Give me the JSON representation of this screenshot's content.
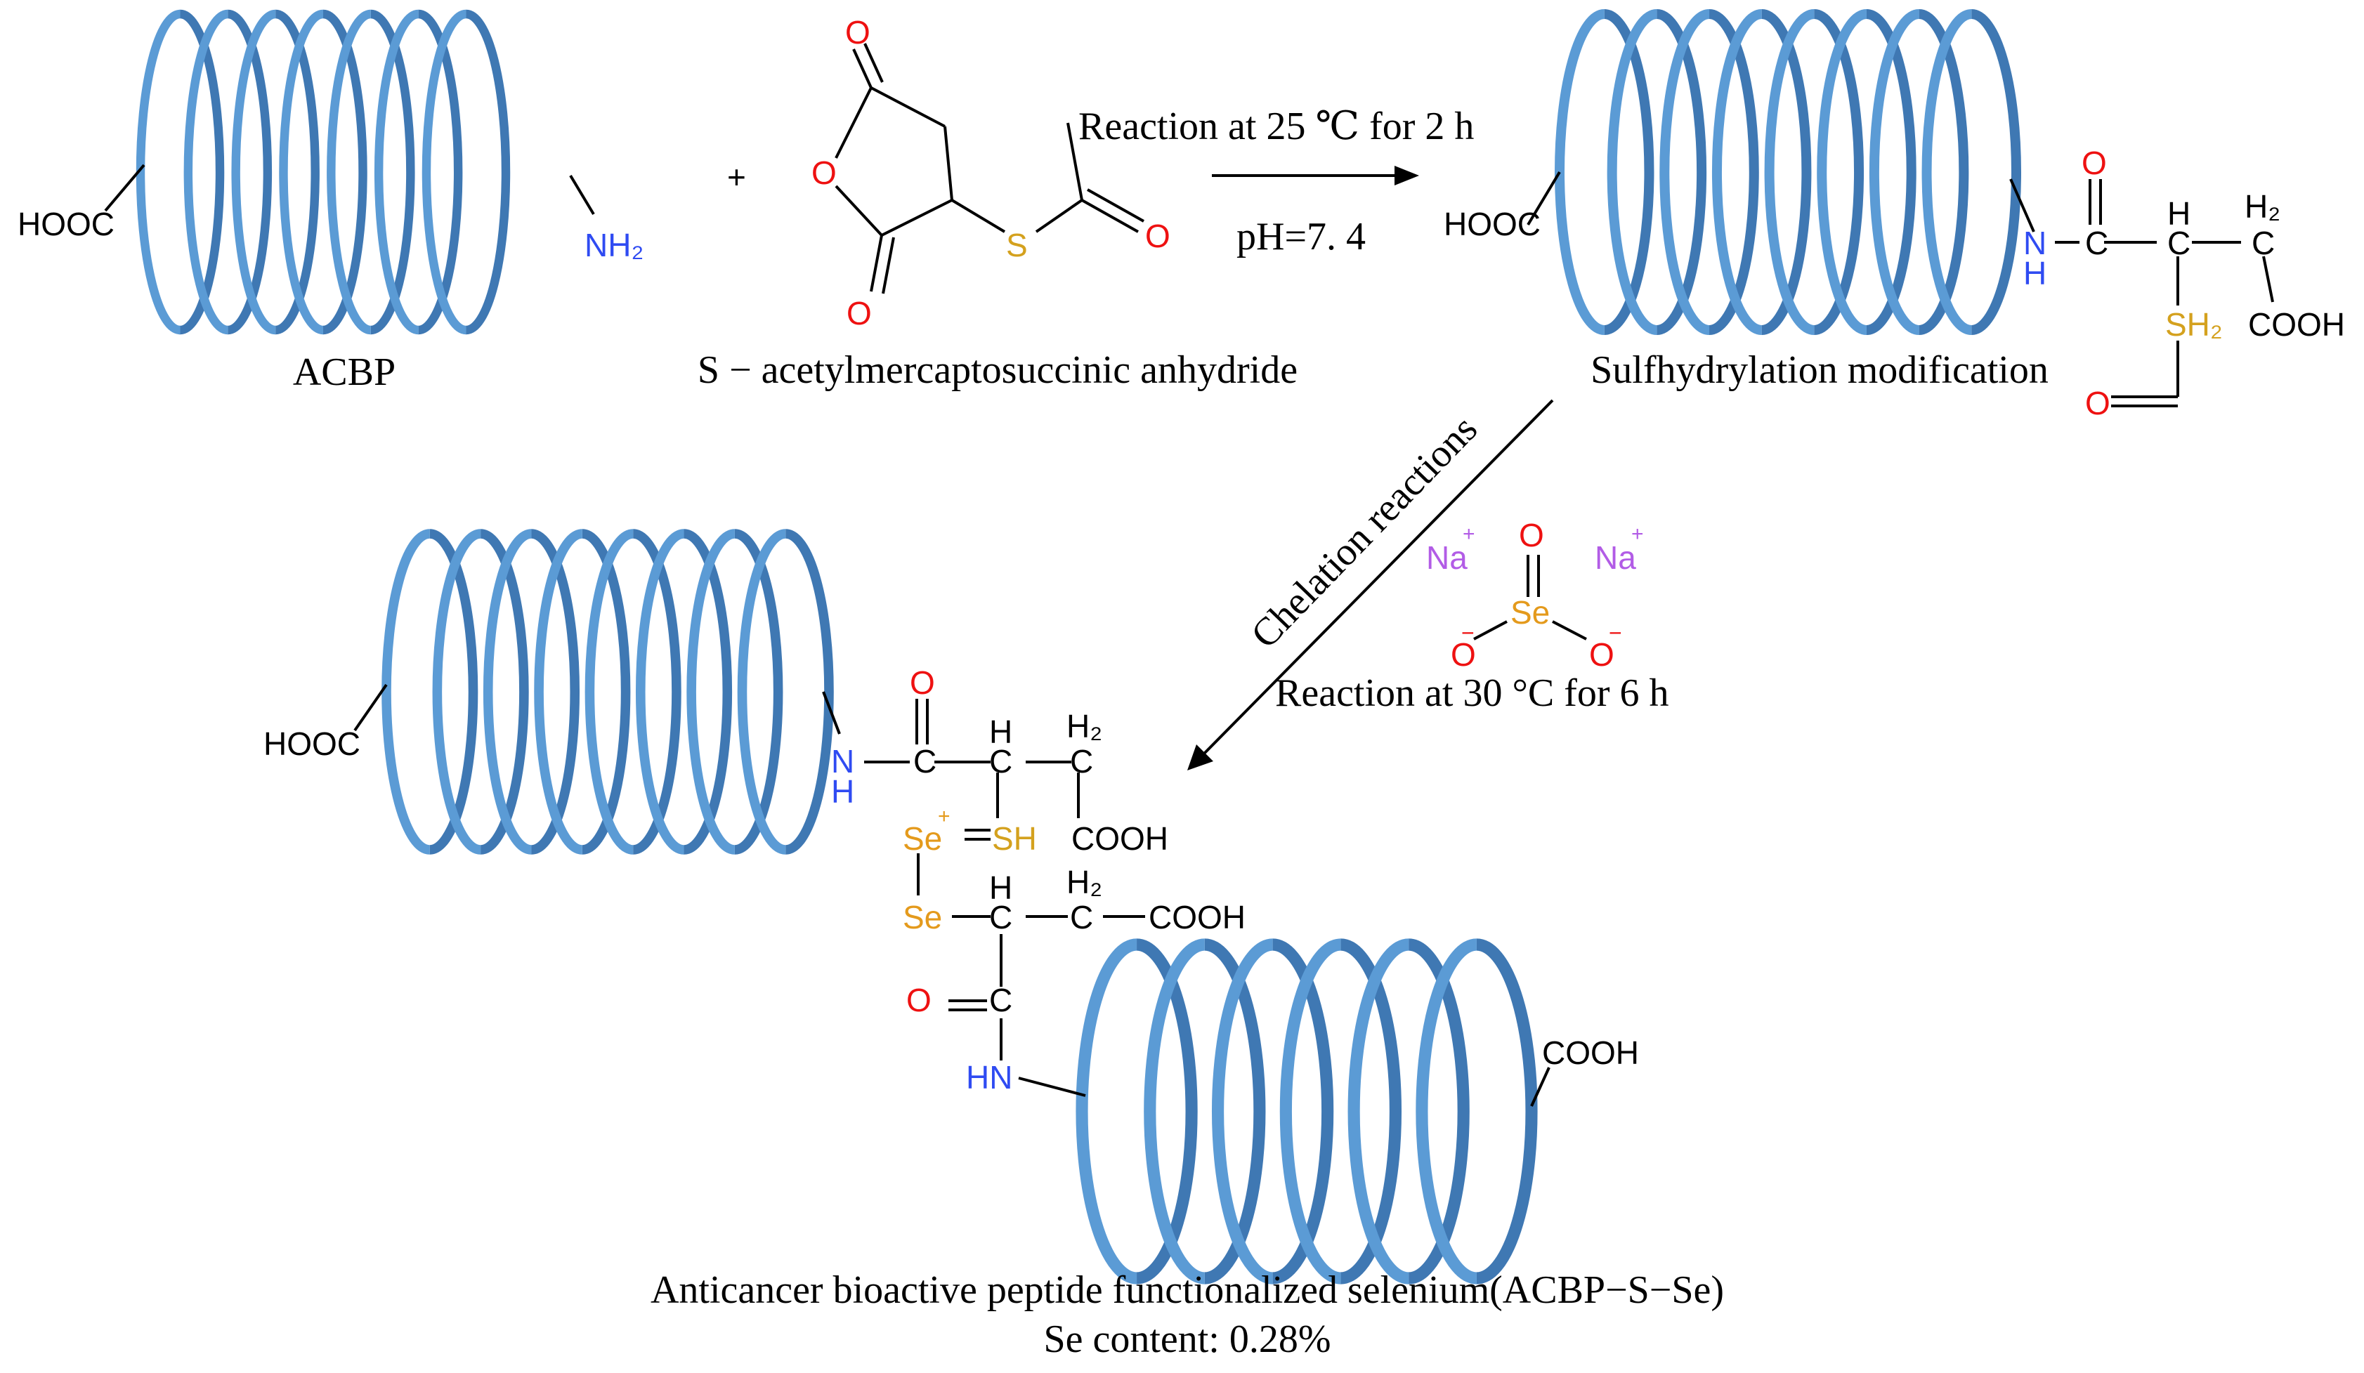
{
  "colors": {
    "helix_light": "#5b9bd5",
    "helix_dark": "#3f78b3",
    "bond": "#000000",
    "oxygen": "#ee1111",
    "nitrogen": "#2f4bf2",
    "sulfur": "#d4a11e",
    "selenium": "#e49a1c",
    "sodium": "#b25ce6"
  },
  "labels": {
    "acbp": "ACBP",
    "anhydride": "S − acetylmercaptosuccinic anhydride",
    "sulfhydrylation": "Sulfhydrylation modification",
    "final_name": "Anticancer bioactive peptide functionalized selenium(ACBP−S−Se)",
    "se_content": "Se content: 0.28%",
    "plus": "+"
  },
  "step1": {
    "condition_top": "Reaction at 25 ℃ for 2 h",
    "condition_bottom": "pH=7. 4"
  },
  "step2": {
    "name": "Chelation reactions",
    "condition": "Reaction at 30 °C for 6 h"
  },
  "atoms": {
    "hooc": "HOOC",
    "cooh": "COOH",
    "nh2": "NH₂",
    "n": "N",
    "h": "H",
    "hn": "HN",
    "o": "O",
    "s": "S",
    "c": "C",
    "h2": "H₂",
    "sh2": "SH₂",
    "sh": "SH",
    "se": "Se",
    "na": "Na",
    "plus": "+",
    "minus": "−"
  }
}
